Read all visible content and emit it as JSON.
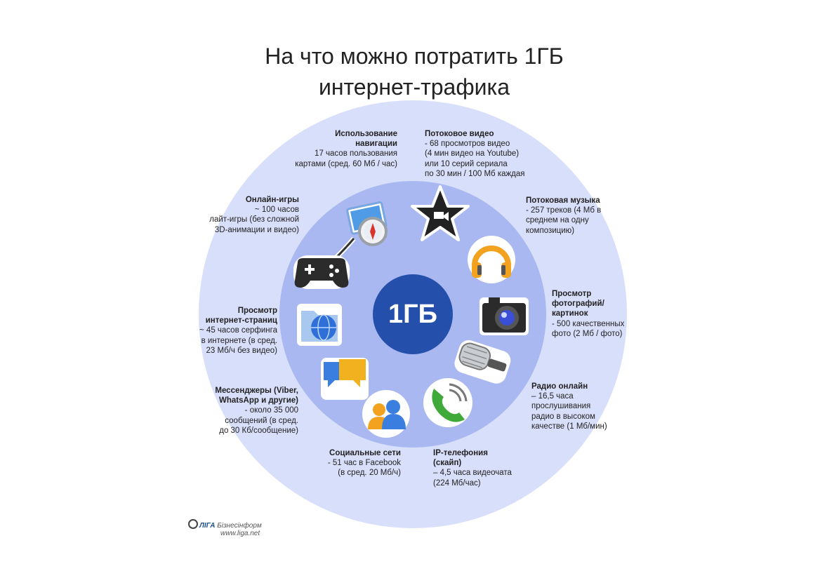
{
  "title": {
    "line1": "На что можно потратить 1ГБ",
    "line2": "интернет-трафика"
  },
  "center": {
    "label": "1ГБ"
  },
  "colors": {
    "outer_ring": "#d8dffa",
    "inner_ring": "#a9b8f0",
    "center": "#2450ac",
    "text": "#222222"
  },
  "items": [
    {
      "icon": "compass-map-icon",
      "head": [
        "Использование",
        "навигации"
      ],
      "body": [
        "17 часов пользования",
        "картами (сред. 60 Мб / час)"
      ]
    },
    {
      "icon": "movie-star-icon",
      "head": [
        "Потоковое видео"
      ],
      "body": [
        "- 68 просмотров видео",
        "(4 мин видео на Youtube)",
        "или 10 серий сериала",
        "по 30 мин / 100 Мб каждая"
      ]
    },
    {
      "icon": "headphones-icon",
      "head": [
        "Потоковая музыка"
      ],
      "body": [
        "- 257 треков (4 Мб в",
        "среднем на одну",
        "композицию)"
      ]
    },
    {
      "icon": "camera-icon",
      "head": [
        "Просмотр",
        "фотографий/",
        "картинок"
      ],
      "body": [
        "- 500 качественных",
        "фото (2 Мб / фото)"
      ]
    },
    {
      "icon": "microphone-icon",
      "head": [
        "Радио онлайн"
      ],
      "body": [
        "– 16,5 часа",
        "прослушивания",
        "радио в высоком",
        "качестве (1 Мб/мин)"
      ]
    },
    {
      "icon": "phone-icon",
      "head": [
        "IP-телефония",
        "(скайп)"
      ],
      "body": [
        "– 4,5 часа видеочата",
        "(224 Мб/час)"
      ]
    },
    {
      "icon": "users-icon",
      "head": [
        "Социальные сети"
      ],
      "body": [
        "- 51 час в Facebook",
        "(в сред. 20 Мб/ч)"
      ]
    },
    {
      "icon": "chat-bubbles-icon",
      "head": [
        "Мессенджеры (Viber,",
        "WhatsApp и другие)"
      ],
      "body": [
        "- около 35 000",
        "сообщений (в сред.",
        "до 30 Кб/сообщение)"
      ]
    },
    {
      "icon": "globe-folder-icon",
      "head": [
        "Просмотр",
        "интернет-страниц"
      ],
      "body": [
        "~ 45 часов серфинга",
        "в интернете  (в сред.",
        "23 Мб/ч без видео)"
      ]
    },
    {
      "icon": "gamepad-icon",
      "head": [
        "Онлайн-игры"
      ],
      "body": [
        "~ 100 часов",
        "лайт-игры (без сложной",
        "3D-анимации и видео)"
      ]
    }
  ],
  "logo": {
    "brand": "ЛІГА",
    "sub": "Бізнесінформ",
    "url": "www.liga.net"
  }
}
